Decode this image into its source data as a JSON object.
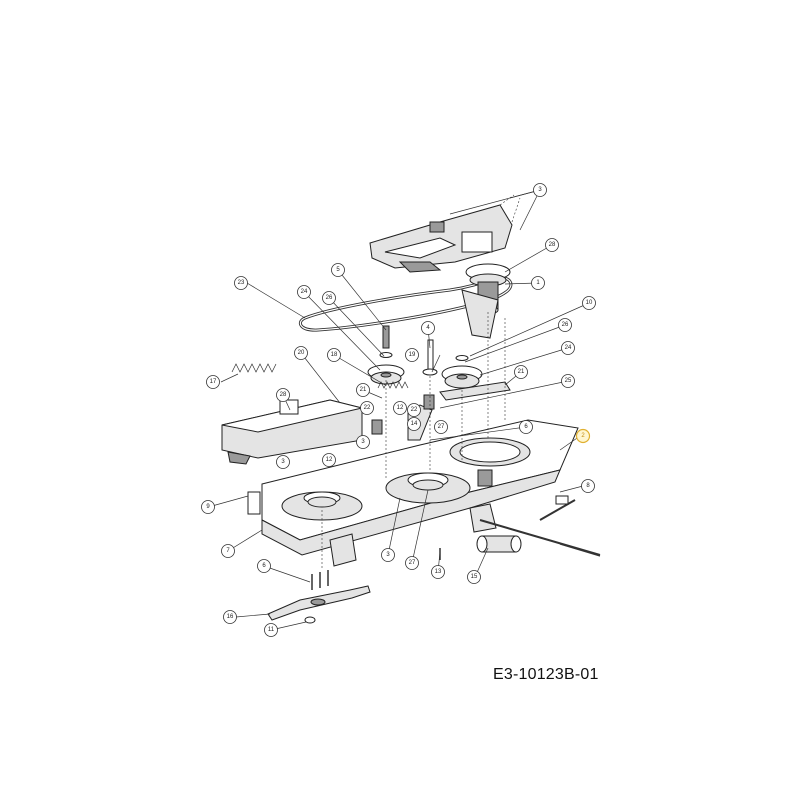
{
  "drawing_code": "E3-10123B-01",
  "callouts": [
    {
      "label": "3"
    },
    {
      "label": "28"
    },
    {
      "label": "1"
    },
    {
      "label": "23"
    },
    {
      "label": "5"
    },
    {
      "label": "24"
    },
    {
      "label": "26"
    },
    {
      "label": "10"
    },
    {
      "label": "4"
    },
    {
      "label": "26"
    },
    {
      "label": "24"
    },
    {
      "label": "17"
    },
    {
      "label": "20"
    },
    {
      "label": "18"
    },
    {
      "label": "19"
    },
    {
      "label": "21"
    },
    {
      "label": "25"
    },
    {
      "label": "21"
    },
    {
      "label": "28"
    },
    {
      "label": "22"
    },
    {
      "label": "12"
    },
    {
      "label": "22"
    },
    {
      "label": "3"
    },
    {
      "label": "14"
    },
    {
      "label": "27"
    },
    {
      "label": "6"
    },
    {
      "label": "12"
    },
    {
      "label": "3"
    },
    {
      "label": "9"
    },
    {
      "label": "8"
    },
    {
      "label": "7"
    },
    {
      "label": "3"
    },
    {
      "label": "27"
    },
    {
      "label": "13"
    },
    {
      "label": "15"
    },
    {
      "label": "6"
    },
    {
      "label": "16"
    },
    {
      "label": "11"
    },
    {
      "label": "2"
    }
  ]
}
